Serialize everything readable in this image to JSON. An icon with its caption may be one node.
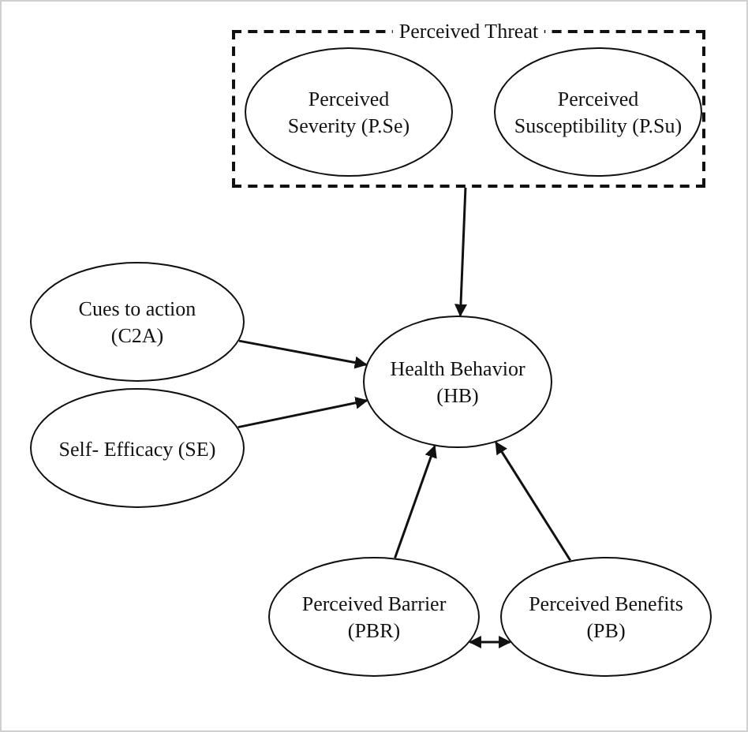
{
  "diagram": {
    "nodes": [
      {
        "text": [
          "Perceived Threat"
        ]
      },
      {
        "text": [
          "Perceived Severity (P.Se)"
        ],
        "in": 0
      },
      {
        "text": [
          "Perceived Susceptibility (P.Su)"
        ],
        "in": 0
      },
      {
        "text": [
          "Cues to action (C2A)"
        ]
      },
      {
        "text": [
          "Self- Efficacy (SE)"
        ]
      },
      {
        "text": [
          "Health Behavior (HB)"
        ]
      },
      {
        "text": [
          "Perceived Barrier (PBR)"
        ]
      },
      {
        "text": [
          "Perceived Benefits (PB)"
        ]
      }
    ],
    "edges": [
      {
        "from": 0,
        "to": 5,
        "arrow": "to"
      },
      {
        "from": 3,
        "to": 5,
        "arrow": "to"
      },
      {
        "from": 4,
        "to": 5,
        "arrow": "to"
      },
      {
        "from": 6,
        "to": 5,
        "arrow": "to"
      },
      {
        "from": 7,
        "to": 5,
        "arrow": "to"
      },
      {
        "from": 6,
        "to": 7,
        "arrow": "both"
      }
    ]
  }
}
